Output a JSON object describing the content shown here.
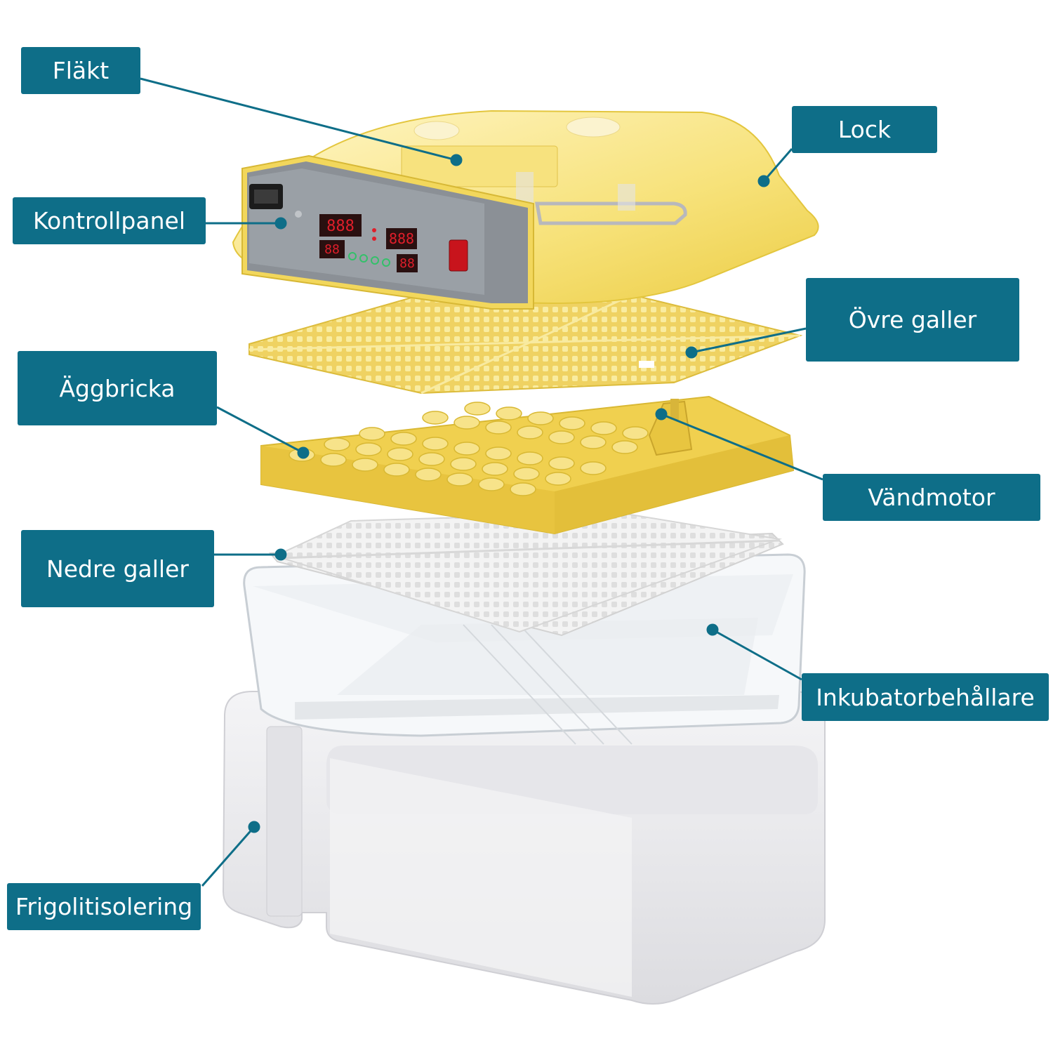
{
  "labels": {
    "flakt": "Fläkt",
    "lock": "Lock",
    "kontrollpanel": "Kontrollpanel",
    "ovre_galler": "Övre galler",
    "aggbricka": "Äggbricka",
    "vandmotor": "Vändmotor",
    "nedre_galler": "Nedre galler",
    "inkubatorbehallare": "Inkubatorbehållare",
    "frigolitisolering": "Frigolitisolering"
  },
  "colors": {
    "label_bg": "#0e6e88",
    "label_text": "#ffffff",
    "yellow_part": "#f3df6e",
    "white_part": "#ececef",
    "clear_part": "#f4f6f8",
    "panel": "#8d9197",
    "display_digits": "#e01e2a"
  },
  "icons": {
    "leader_dot": "dot",
    "power_switch": "rocker-switch-icon"
  }
}
